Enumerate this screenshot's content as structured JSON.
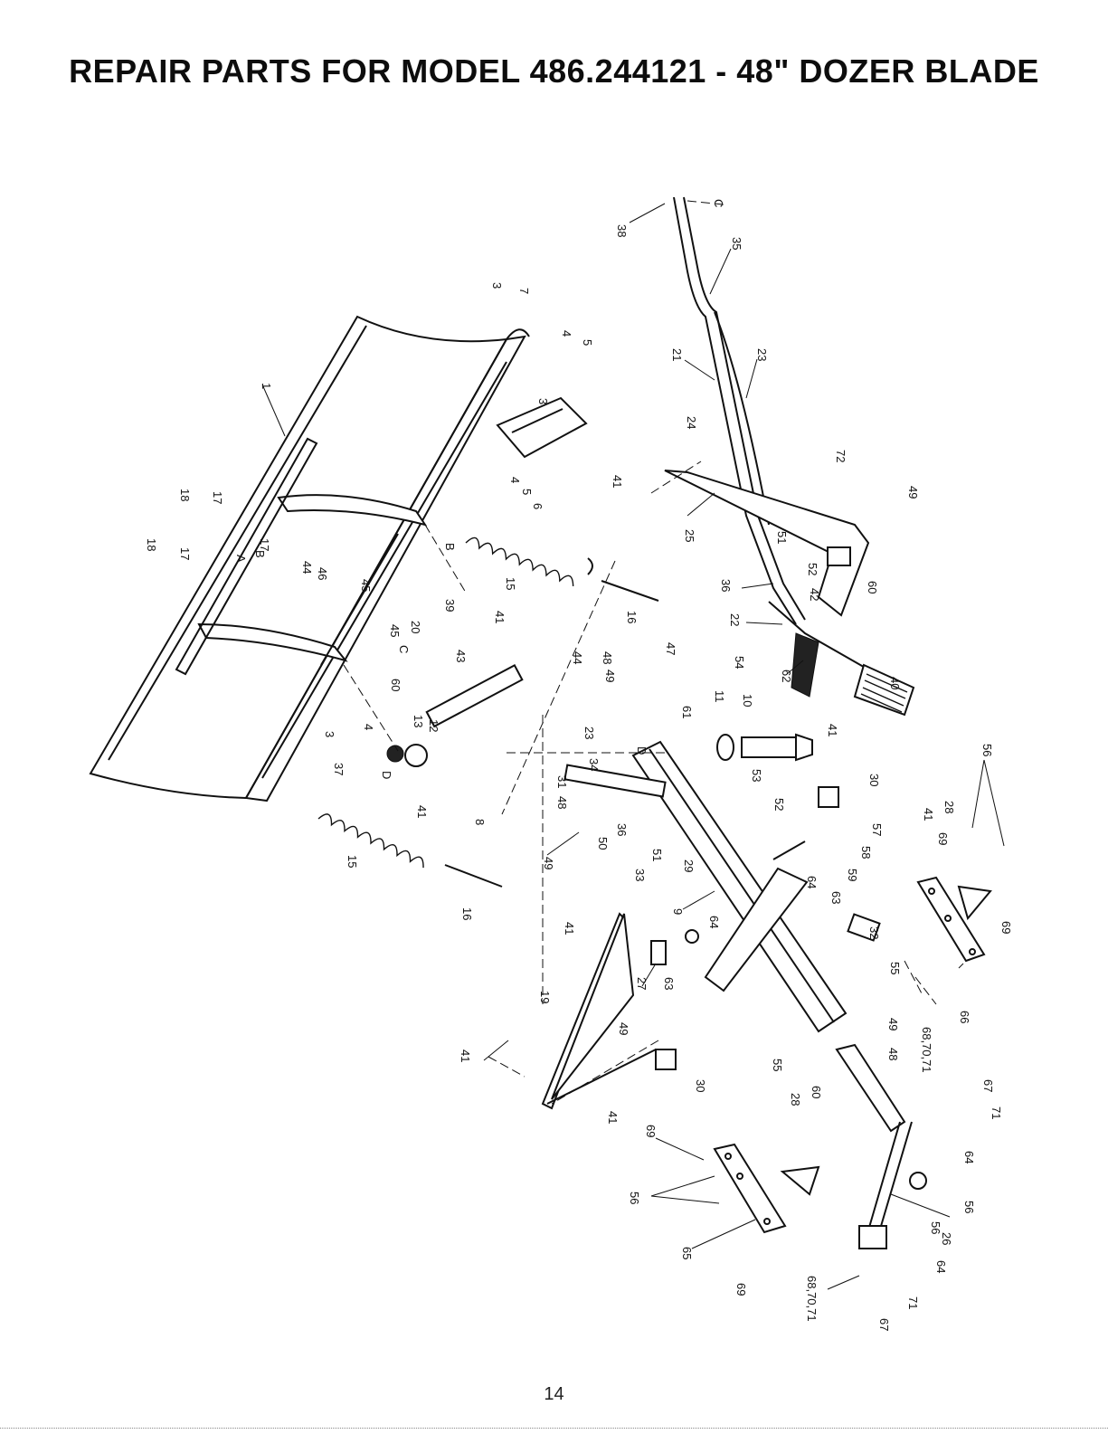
{
  "page": {
    "title": "REPAIR PARTS FOR MODEL 486.244121 - 48\" DOZER BLADE",
    "page_number": "14"
  },
  "diagram": {
    "callouts": [
      {
        "id": "c1",
        "label": "1"
      },
      {
        "id": "c3a",
        "label": "3"
      },
      {
        "id": "c7",
        "label": "7"
      },
      {
        "id": "c4a",
        "label": "4"
      },
      {
        "id": "c5a",
        "label": "5"
      },
      {
        "id": "c3b",
        "label": "3"
      },
      {
        "id": "c4b",
        "label": "4"
      },
      {
        "id": "c5b",
        "label": "5"
      },
      {
        "id": "c6",
        "label": "6"
      },
      {
        "id": "c18a",
        "label": "18"
      },
      {
        "id": "c17a",
        "label": "17"
      },
      {
        "id": "c18b",
        "label": "18"
      },
      {
        "id": "c17b",
        "label": "17"
      },
      {
        "id": "c17c",
        "label": "17"
      },
      {
        "id": "cB1",
        "label": "B"
      },
      {
        "id": "cA1",
        "label": "A"
      },
      {
        "id": "c44a",
        "label": "44"
      },
      {
        "id": "c46",
        "label": "46"
      },
      {
        "id": "c45a",
        "label": "45"
      },
      {
        "id": "c45b",
        "label": "45"
      },
      {
        "id": "cB2",
        "label": "B"
      },
      {
        "id": "c15a",
        "label": "15"
      },
      {
        "id": "c16a",
        "label": "16"
      },
      {
        "id": "c39",
        "label": "39"
      },
      {
        "id": "c20",
        "label": "20"
      },
      {
        "id": "cC1",
        "label": "C"
      },
      {
        "id": "c43",
        "label": "43"
      },
      {
        "id": "c41a",
        "label": "41"
      },
      {
        "id": "c44b",
        "label": "44"
      },
      {
        "id": "c48a",
        "label": "48"
      },
      {
        "id": "c49a",
        "label": "49"
      },
      {
        "id": "c47",
        "label": "47"
      },
      {
        "id": "c60a",
        "label": "60"
      },
      {
        "id": "c4c",
        "label": "4"
      },
      {
        "id": "c13",
        "label": "13"
      },
      {
        "id": "c12",
        "label": "12"
      },
      {
        "id": "c3c",
        "label": "3"
      },
      {
        "id": "c37",
        "label": "37"
      },
      {
        "id": "cD1",
        "label": "D"
      },
      {
        "id": "c41b",
        "label": "41"
      },
      {
        "id": "c8",
        "label": "8"
      },
      {
        "id": "c15b",
        "label": "15"
      },
      {
        "id": "c16b",
        "label": "16"
      },
      {
        "id": "c23a",
        "label": "23"
      },
      {
        "id": "c34",
        "label": "34"
      },
      {
        "id": "cD2",
        "label": "D"
      },
      {
        "id": "c61a",
        "label": "61"
      },
      {
        "id": "c31",
        "label": "31"
      },
      {
        "id": "c48b",
        "label": "48"
      },
      {
        "id": "c49b",
        "label": "49"
      },
      {
        "id": "c50",
        "label": "50"
      },
      {
        "id": "c36a",
        "label": "36"
      },
      {
        "id": "c33",
        "label": "33"
      },
      {
        "id": "c51a",
        "label": "51"
      },
      {
        "id": "c29",
        "label": "29"
      },
      {
        "id": "c9",
        "label": "9"
      },
      {
        "id": "c53",
        "label": "53"
      },
      {
        "id": "c52a",
        "label": "52"
      },
      {
        "id": "c11",
        "label": "11"
      },
      {
        "id": "c10",
        "label": "10"
      },
      {
        "id": "c41c",
        "label": "41"
      },
      {
        "id": "c30a",
        "label": "30"
      },
      {
        "id": "c38",
        "label": "38"
      },
      {
        "id": "cC2",
        "label": "C"
      },
      {
        "id": "c35",
        "label": "35"
      },
      {
        "id": "c21",
        "label": "21"
      },
      {
        "id": "c23b",
        "label": "23"
      },
      {
        "id": "c24",
        "label": "24"
      },
      {
        "id": "c41d",
        "label": "41"
      },
      {
        "id": "c25",
        "label": "25"
      },
      {
        "id": "c72",
        "label": "72"
      },
      {
        "id": "c49c",
        "label": "49"
      },
      {
        "id": "c51b",
        "label": "51"
      },
      {
        "id": "c52b",
        "label": "52"
      },
      {
        "id": "c36b",
        "label": "36"
      },
      {
        "id": "c42",
        "label": "42"
      },
      {
        "id": "c60b",
        "label": "60"
      },
      {
        "id": "c22",
        "label": "22"
      },
      {
        "id": "c54",
        "label": "54"
      },
      {
        "id": "c62",
        "label": "62"
      },
      {
        "id": "c40",
        "label": "40"
      },
      {
        "id": "c56a",
        "label": "56"
      },
      {
        "id": "c28a",
        "label": "28"
      },
      {
        "id": "c41e",
        "label": "41"
      },
      {
        "id": "c69a",
        "label": "69"
      },
      {
        "id": "c57",
        "label": "57"
      },
      {
        "id": "c58",
        "label": "58"
      },
      {
        "id": "c59",
        "label": "59"
      },
      {
        "id": "c63a",
        "label": "63"
      },
      {
        "id": "c64a",
        "label": "64"
      },
      {
        "id": "c32",
        "label": "32"
      },
      {
        "id": "c55a",
        "label": "55"
      },
      {
        "id": "c69b",
        "label": "69"
      },
      {
        "id": "c66",
        "label": "66"
      },
      {
        "id": "c64b",
        "label": "64"
      },
      {
        "id": "c27",
        "label": "27"
      },
      {
        "id": "c63b",
        "label": "63"
      },
      {
        "id": "c41f",
        "label": "41"
      },
      {
        "id": "c19",
        "label": "19"
      },
      {
        "id": "c49d",
        "label": "49"
      },
      {
        "id": "c41g",
        "label": "41"
      },
      {
        "id": "c30b",
        "label": "30"
      },
      {
        "id": "c41h",
        "label": "41"
      },
      {
        "id": "c49e",
        "label": "49"
      },
      {
        "id": "c48c",
        "label": "48"
      },
      {
        "id": "c687071a",
        "label": "68,70,71"
      },
      {
        "id": "c55b",
        "label": "55"
      },
      {
        "id": "c28b",
        "label": "28"
      },
      {
        "id": "c60c",
        "label": "60"
      },
      {
        "id": "c67a",
        "label": "67"
      },
      {
        "id": "c71a",
        "label": "71"
      },
      {
        "id": "c69c",
        "label": "69"
      },
      {
        "id": "c64c",
        "label": "64"
      },
      {
        "id": "c56b",
        "label": "56"
      },
      {
        "id": "c56c",
        "label": "56"
      },
      {
        "id": "c26",
        "label": "26"
      },
      {
        "id": "c56d",
        "label": "56"
      },
      {
        "id": "c64d",
        "label": "64"
      },
      {
        "id": "c65",
        "label": "65"
      },
      {
        "id": "c69d",
        "label": "69"
      },
      {
        "id": "c687071b",
        "label": "68,70,71"
      },
      {
        "id": "c67b",
        "label": "67"
      },
      {
        "id": "c71b",
        "label": "71"
      }
    ]
  }
}
